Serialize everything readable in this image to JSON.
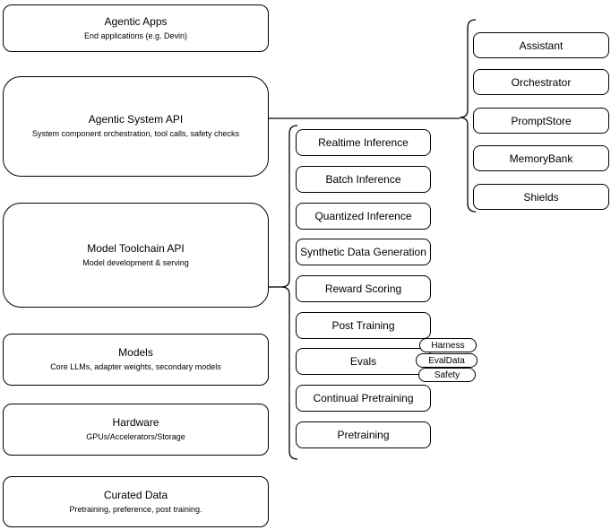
{
  "colors": {
    "stroke": "#000000",
    "box-bg": "#ffffff",
    "text": "#000000",
    "canvas-bg": "#ffffff"
  },
  "stack": [
    {
      "title": "Agentic Apps",
      "subtitle": "End applications (e.g. Devin)"
    },
    {
      "title": "Agentic System API",
      "subtitle": "System component orchestration, tool calls, safety checks"
    },
    {
      "title": "Model Toolchain API",
      "subtitle": "Model development & serving"
    },
    {
      "title": "Models",
      "subtitle": "Core LLMs, adapter weights, secondary models"
    },
    {
      "title": "Hardware",
      "subtitle": "GPUs/Accelerators/Storage"
    },
    {
      "title": "Curated Data",
      "subtitle": "Pretraining, preference, post training."
    }
  ],
  "toolchain_items": [
    "Realtime Inference",
    "Batch Inference",
    "Quantized Inference",
    "Synthetic Data Generation",
    "Reward Scoring",
    "Post Training",
    "Evals",
    "Continual Pretraining",
    "Pretraining"
  ],
  "evals_tags": [
    "Harness",
    "EvalData",
    "Safety"
  ],
  "system_components": [
    "Assistant",
    "Orchestrator",
    "PromptStore",
    "MemoryBank",
    "Shields"
  ]
}
